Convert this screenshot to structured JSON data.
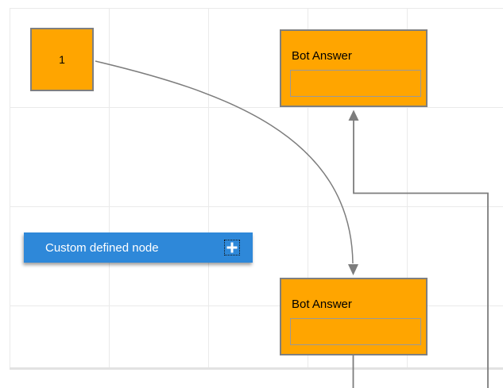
{
  "colors": {
    "nodeFill": "#ffa500",
    "nodeBorder": "#7f7f7f",
    "inputBorder": "#999999",
    "nodeText": "#000000",
    "accentBlue": "#2e88d9",
    "customText": "#ffffff",
    "connector": "#7d7d7d",
    "gridLine": "#eaeaea",
    "gridEdge": "#e2e2e2"
  },
  "nodes": {
    "start": {
      "label": "1"
    },
    "bot_answer_top": {
      "title": "Bot Answer",
      "input_value": ""
    },
    "bot_answer_bottom": {
      "title": "Bot Answer",
      "input_value": ""
    },
    "custom": {
      "label": "Custom defined node",
      "add_icon": "plus"
    }
  }
}
